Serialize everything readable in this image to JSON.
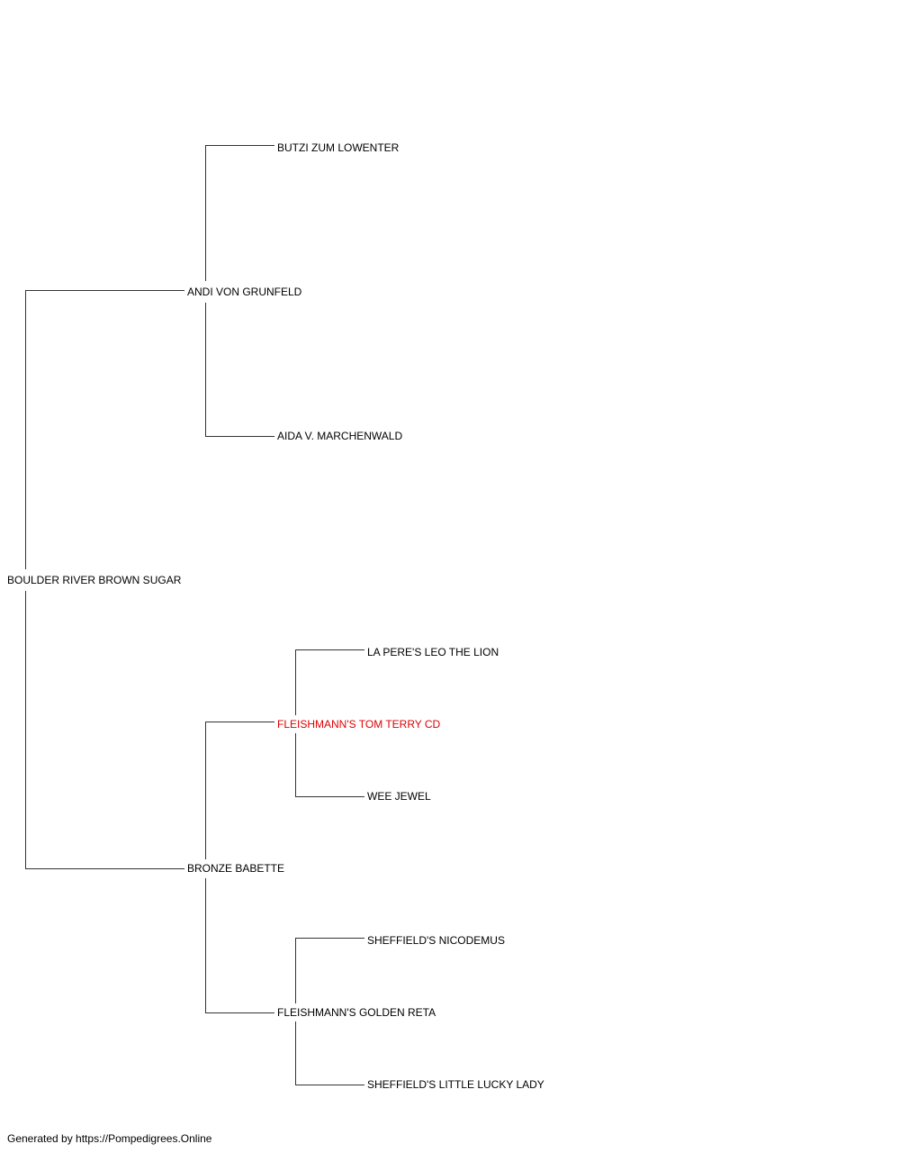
{
  "pedigree": {
    "subject": "BOULDER RIVER BROWN SUGAR",
    "sire": "ANDI VON GRUNFELD",
    "sire_sire": "BUTZI ZUM LOWENTER",
    "sire_dam": "AIDA V. MARCHENWALD",
    "dam": "BRONZE BABETTE",
    "dam_sire": "FLEISHMANN'S TOM TERRY CD",
    "dam_sire_sire": "LA PERE'S LEO THE LION",
    "dam_sire_dam": "WEE JEWEL",
    "dam_dam": "FLEISHMANN'S GOLDEN RETA",
    "dam_dam_sire": "SHEFFIELD'S NICODEMUS",
    "dam_dam_dam": "SHEFFIELD'S LITTLE LUCKY LADY"
  },
  "colors": {
    "line": "#333333",
    "text": "#000000",
    "highlight": "#e00000"
  },
  "footer": {
    "text": "Generated by https://Pompedigrees.Online"
  }
}
